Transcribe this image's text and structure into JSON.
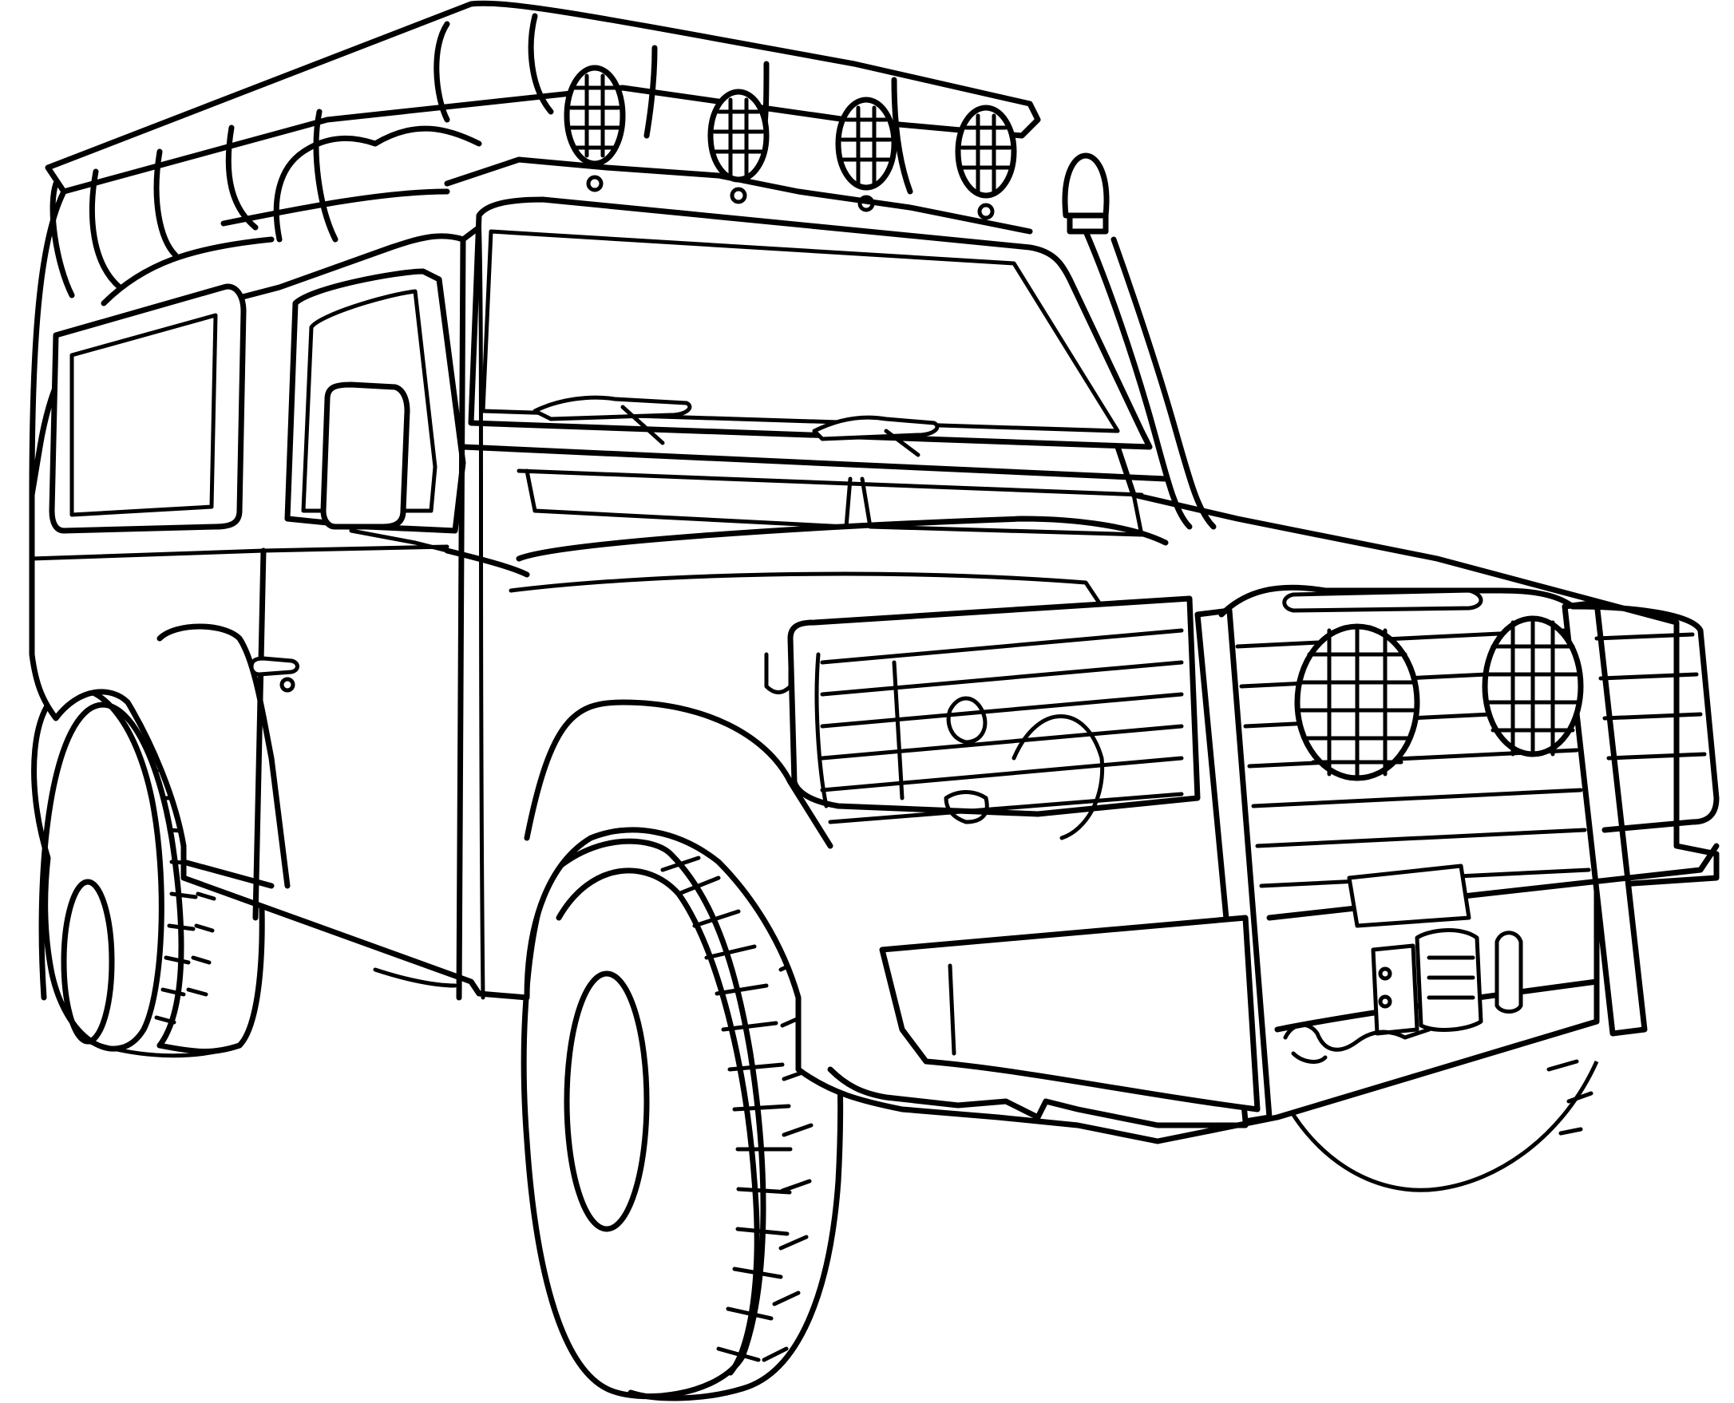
{
  "image": {
    "title": "Off-road 4x4 SUV coloring page",
    "style": "black line art on white background",
    "colors": {
      "line": "#000000",
      "background": "#ffffff"
    }
  },
  "subject": {
    "vehicle": "boxy off-road SUV (three-quarter front view)",
    "features": [
      "roof rack",
      "four roof-mounted spotlights",
      "beacon light",
      "snorkel",
      "windshield with two wipers",
      "side mirror",
      "door handle",
      "front grille",
      "bull bar",
      "two grille spotlights",
      "front bumper",
      "winch with hook",
      "two visible front/rear tires with chunky tread"
    ],
    "roof_spotlight_count": 4,
    "grille_spotlight_count": 2,
    "wiper_count": 2
  }
}
